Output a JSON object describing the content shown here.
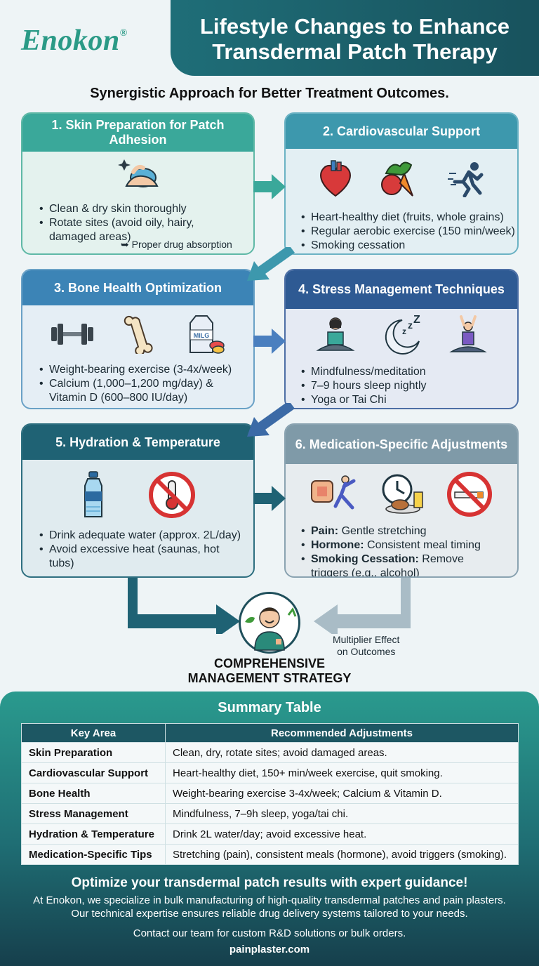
{
  "brand": {
    "name": "Enokon",
    "mark": "®"
  },
  "title": {
    "line1": "Lifestyle Changes to Enhance",
    "line2": "Transdermal Patch Therapy"
  },
  "subtitle": "Synergistic Approach for Better Treatment Outcomes.",
  "cards": [
    {
      "title": "1. Skin Preparation for Patch Adhesion",
      "items": [
        "Clean & dry skin thoroughly",
        "Rotate sites (avoid oily, hairy, damaged areas)"
      ],
      "note": "Proper drug absorption",
      "icons": [
        "hand-washing-icon"
      ]
    },
    {
      "title": "2. Cardiovascular Support",
      "items": [
        "Heart-healthy diet (fruits, whole grains)",
        "Regular aerobic exercise (150 min/week)",
        "Smoking cessation"
      ],
      "icons": [
        "heart-icon",
        "vegetables-icon",
        "running-icon"
      ]
    },
    {
      "title": "3. Bone Health Optimization",
      "items": [
        "Weight-bearing exercise (3-4x/week)",
        "Calcium (1,000–1,200 mg/day) & Vitamin D (600–800 IU/day)"
      ],
      "icons": [
        "dumbbell-icon",
        "bone-icon",
        "milk-icon"
      ],
      "milk_label": "MILG"
    },
    {
      "title": "4. Stress Management Techniques",
      "items": [
        "Mindfulness/meditation",
        "7–9 hours sleep nightly",
        "Yoga or Tai Chi"
      ],
      "icons": [
        "meditation-icon",
        "moon-sleep-icon",
        "yoga-icon"
      ]
    },
    {
      "title": "5. Hydration & Temperature",
      "items": [
        "Drink adequate water (approx. 2L/day)",
        "Avoid excessive heat (saunas, hot tubs)"
      ],
      "icons": [
        "water-bottle-icon",
        "no-heat-icon"
      ]
    },
    {
      "title": "6. Medication-Specific Adjustments",
      "items": [
        {
          "label": "Pain:",
          "text": " Gentle stretching"
        },
        {
          "label": "Hormone:",
          "text": " Consistent meal timing"
        },
        {
          "label": "Smoking Cessation:",
          "text": " Remove triggers (e.g., alcohol)"
        }
      ],
      "icons": [
        "patch-stretch-icon",
        "clock-meal-icon",
        "no-smoking-icon"
      ]
    }
  ],
  "multiplier": {
    "line1": "Multiplier Effect",
    "line2": "on Outcomes"
  },
  "strategy": {
    "line1": "COMPREHENSIVE",
    "line2": "MANAGEMENT STRATEGY"
  },
  "summary": {
    "title": "Summary Table",
    "headers": [
      "Key Area",
      "Recommended Adjustments"
    ],
    "rows": [
      [
        "Skin Preparation",
        "Clean, dry, rotate sites; avoid damaged areas."
      ],
      [
        "Cardiovascular Support",
        "Heart-healthy diet, 150+ min/week exercise, quit smoking."
      ],
      [
        "Bone Health",
        "Weight-bearing exercise 3-4x/week; Calcium & Vitamin D."
      ],
      [
        "Stress Management",
        "Mindfulness, 7–9h sleep, yoga/tai chi."
      ],
      [
        "Hydration & Temperature",
        "Drink 2L water/day; avoid excessive heat."
      ],
      [
        "Medication-Specific Tips",
        "Stretching (pain), consistent meals (hormone), avoid triggers (smoking)."
      ]
    ]
  },
  "cta": {
    "headline": "Optimize your transdermal patch results with expert guidance!",
    "line1": "At Enokon, we specialize in bulk manufacturing of high-quality transdermal patches and pain plasters.",
    "line2": "Our technical expertise ensures reliable drug delivery systems tailored to your needs.",
    "contact": "Contact our team for custom R&D solutions or bulk orders.",
    "website": "painplaster.com"
  },
  "colors": {
    "brand": "#2a9a86",
    "header": "#1f6e78"
  }
}
